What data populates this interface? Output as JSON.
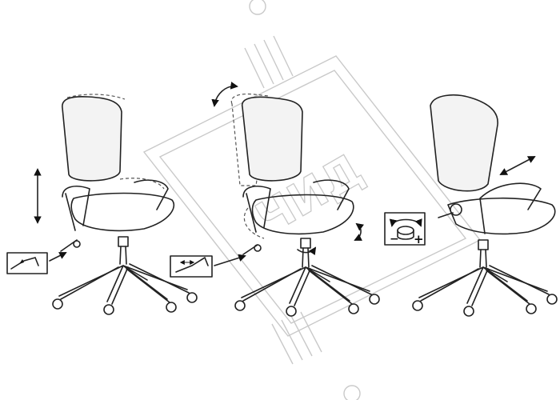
{
  "diagram": {
    "panels": [
      {
        "id": "height-adjust",
        "icon": "gas-lift-lever-icon"
      },
      {
        "id": "tilt-lock",
        "icon": "tilt-lever-icon"
      },
      {
        "id": "tension-adjust",
        "icon": "tension-knob-icon",
        "symbols": {
          "minus": "−",
          "plus": "+"
        }
      }
    ],
    "watermark": {
      "text": "ЧИД"
    },
    "colors": {
      "line": "#222222",
      "watermark": "#c9c9c9",
      "background": "#ffffff"
    }
  }
}
